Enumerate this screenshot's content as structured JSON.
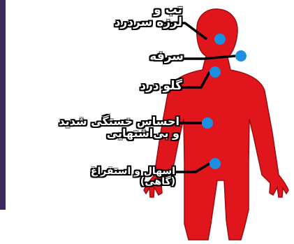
{
  "body_color": "#e0161c",
  "dot_color": "#1b8fe0",
  "symptoms": [
    {
      "id": "fever",
      "lines": [
        "تب و",
        "لرزه سردرد"
      ]
    },
    {
      "id": "cough",
      "lines": [
        "سرفه"
      ]
    },
    {
      "id": "sore_throat",
      "lines": [
        "گلو درد"
      ]
    },
    {
      "id": "fatigue",
      "lines": [
        "احساس خستگی شدید",
        "و بی‌اشتهایی"
      ]
    },
    {
      "id": "diarrhea",
      "lines": [
        "اسهال و استفراغ",
        "(گاهی)"
      ]
    }
  ]
}
